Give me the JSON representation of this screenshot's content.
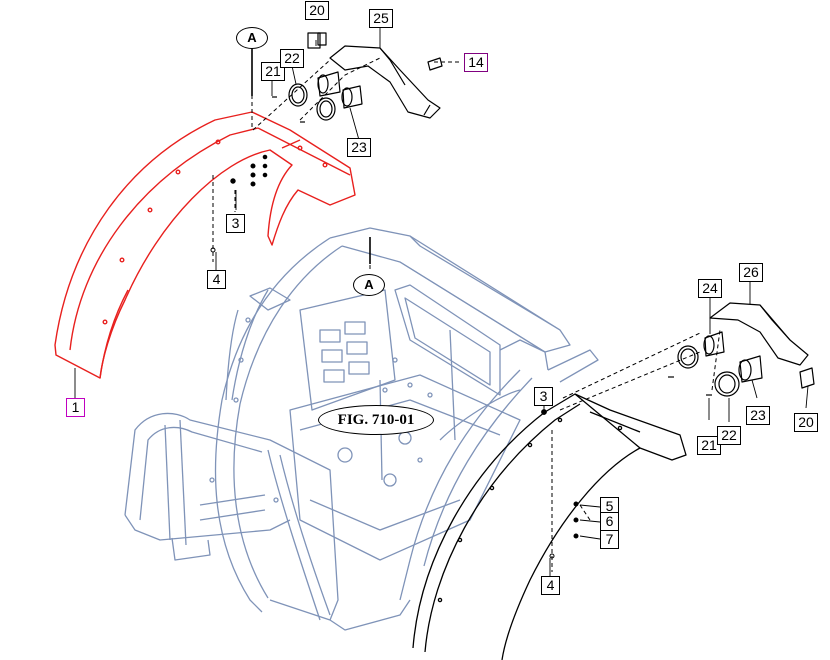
{
  "figure_label": "FIG. 710-01",
  "view_markers": {
    "upper": "A",
    "lower": "A"
  },
  "callouts": {
    "c1": "1",
    "c3_left": "3",
    "c3_right": "3",
    "c4_left": "4",
    "c4_right": "4",
    "c5": "5",
    "c6": "6",
    "c7": "7",
    "c14": "14",
    "c20_top": "20",
    "c20_right": "20",
    "c21_top": "21",
    "c21_right": "21",
    "c22_top": "22",
    "c22_right": "22",
    "c23_top": "23",
    "c23_right": "23",
    "c24": "24",
    "c25": "25",
    "c26": "26"
  },
  "colors": {
    "highlight_part": "#e8201e",
    "frame": "#7f93b8",
    "callout_highlight": "#c000c0",
    "line": "#000000"
  }
}
